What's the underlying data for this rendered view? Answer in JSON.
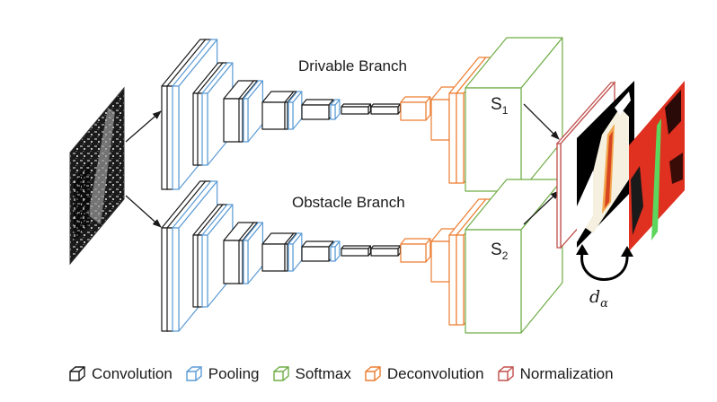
{
  "branches": {
    "top_label": "Drivable Branch",
    "bottom_label": "Obstacle Branch"
  },
  "softmax_labels": {
    "top_main": "S",
    "top_sub": "1",
    "bottom_main": "S",
    "bottom_sub": "2"
  },
  "distance_label": {
    "main": "d",
    "sub": "α"
  },
  "legend": [
    {
      "label": "Convolution",
      "color": "#1a1a1a"
    },
    {
      "label": "Pooling",
      "color": "#5b9bd5"
    },
    {
      "label": "Softmax",
      "color": "#70ad47"
    },
    {
      "label": "Deconvolution",
      "color": "#ed7d31"
    },
    {
      "label": "Normalization",
      "color": "#c0504d"
    }
  ],
  "colors": {
    "convolution": "#1a1a1a",
    "pooling": "#5b9bd5",
    "softmax": "#70ad47",
    "deconvolution": "#ed7d31",
    "normalization": "#c0504d",
    "drivable_path": "#f3a44a",
    "obstacle_overlay": "#e03020",
    "free_path": "#5cd65c"
  }
}
